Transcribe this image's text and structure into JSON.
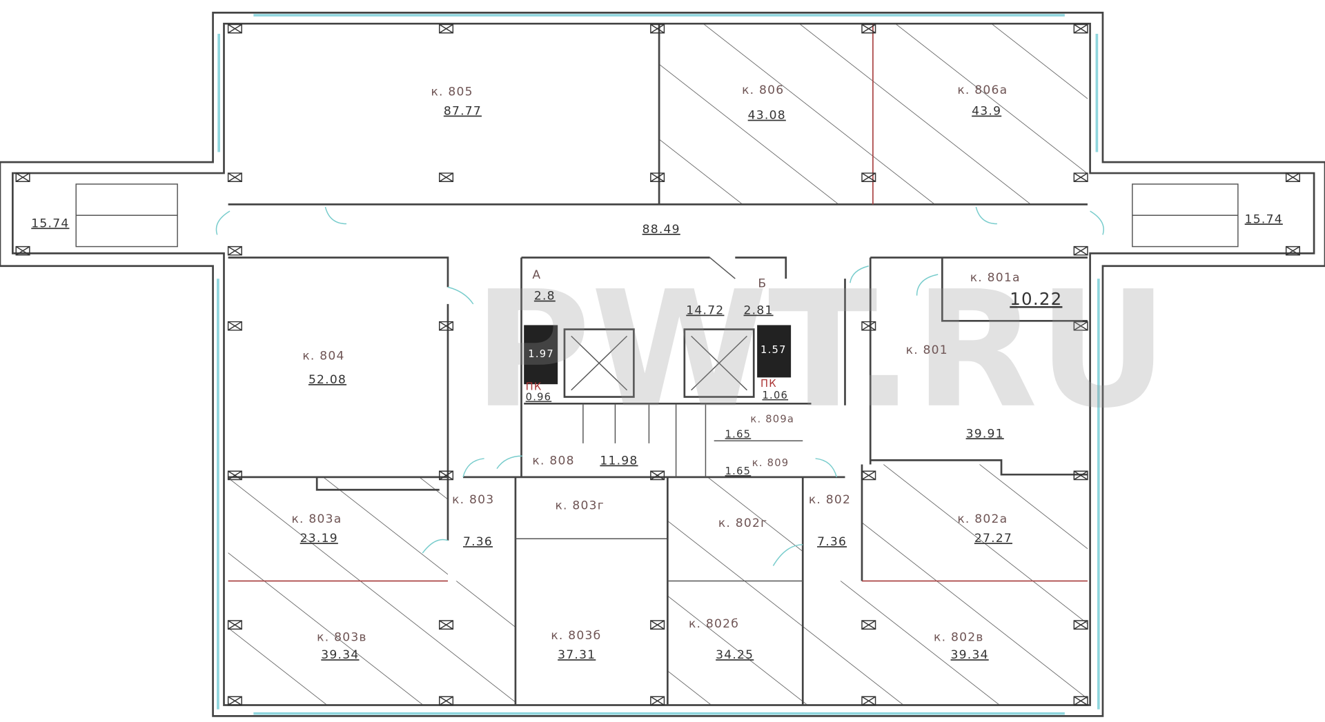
{
  "watermark": "PWT.RU",
  "rooms": {
    "r805": {
      "label": "к. 805",
      "area": "87.77"
    },
    "r806": {
      "label": "к. 806",
      "area": "43.08"
    },
    "r806a": {
      "label": "к. 806а",
      "area": "43.9"
    },
    "stair_left": {
      "area": "15.74"
    },
    "stair_right": {
      "area": "15.74"
    },
    "corridor": {
      "area": "88.49"
    },
    "shaftA": {
      "label": "А",
      "area": "2.8"
    },
    "lobby": {
      "area": "14.72"
    },
    "shaftB": {
      "label": "Б",
      "area": "2.81"
    },
    "closet_left": {
      "area": "1.97",
      "pk_label": "ПК",
      "pk_area": "0.96"
    },
    "closet_right": {
      "area": "1.57",
      "pk_label": "ПК",
      "pk_area": "1.06"
    },
    "r801a": {
      "label": "к. 801а",
      "area": "10.22"
    },
    "r801": {
      "label": "к. 801",
      "area": "39.91"
    },
    "r804": {
      "label": "к. 804",
      "area": "52.08"
    },
    "r809a": {
      "label": "к. 809а",
      "area": "1.65"
    },
    "r809": {
      "label": "к. 809",
      "area": "1.65"
    },
    "r808": {
      "label": "к. 808",
      "area": "11.98"
    },
    "r803a": {
      "label": "к. 803а",
      "area": "23.19"
    },
    "r803": {
      "label": "к. 803",
      "area": "7.36"
    },
    "r803g": {
      "label": "к. 803г"
    },
    "r802g": {
      "label": "к. 802г"
    },
    "r802": {
      "label": "к. 802",
      "area": "7.36"
    },
    "r802a": {
      "label": "к. 802а",
      "area": "27.27"
    },
    "r803v": {
      "label": "к. 803в",
      "area": "39.34"
    },
    "r803b": {
      "label": "к. 803б",
      "area": "37.31"
    },
    "r802b": {
      "label": "к. 802б",
      "area": "34.25"
    },
    "r802v": {
      "label": "к. 802в",
      "area": "39.34"
    }
  }
}
